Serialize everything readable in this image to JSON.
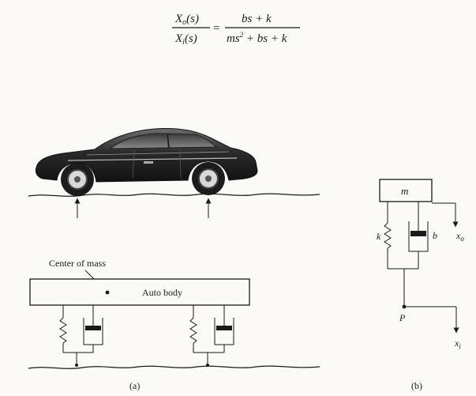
{
  "equation": {
    "lhs_num": "X",
    "lhs_num_sub": "o",
    "lhs_num_arg": "(s)",
    "lhs_den": "X",
    "lhs_den_sub": "i",
    "lhs_den_arg": "(s)",
    "equals": "=",
    "rhs_num": "bs + k",
    "rhs_den_a": "ms",
    "rhs_den_exp": "2",
    "rhs_den_b": " + bs + k"
  },
  "diagram_a": {
    "center_of_mass": "Center of mass",
    "auto_body": "Auto body",
    "caption": "(a)"
  },
  "diagram_b": {
    "mass": "m",
    "spring": "k",
    "damper": "b",
    "output": "x",
    "output_sub": "o",
    "point": "P",
    "input": "x",
    "input_sub": "i",
    "caption": "(b)"
  }
}
